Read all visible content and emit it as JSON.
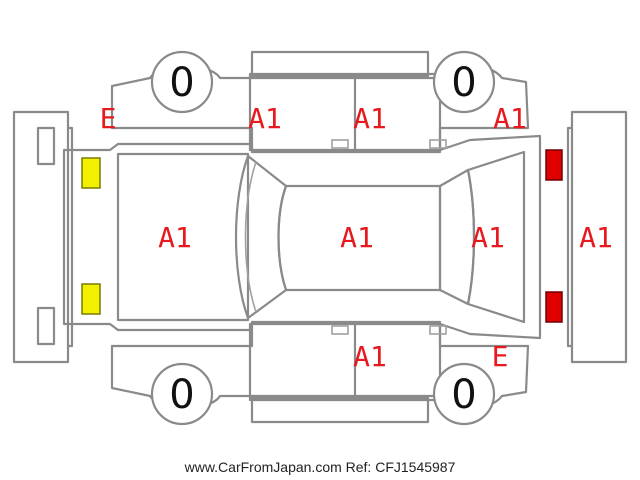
{
  "colors": {
    "damage_text": "#e8191e",
    "outline": "#8a8a8a",
    "headlight": "#f2f200",
    "taillight": "#e00000"
  },
  "tires": {
    "front_left": "0",
    "rear_left": "0",
    "front_right": "0",
    "rear_right": "0"
  },
  "marks": {
    "front_left_corner": "E",
    "left_front_door": "A1",
    "left_rear_door": "A1",
    "left_rear_quarter": "A1",
    "hood": "A1",
    "roof": "A1",
    "trunk_lid": "A1",
    "rear_bumper": "A1",
    "right_rear_door": "A1",
    "right_rear_corner": "E"
  },
  "footer": {
    "watermark": "www.CarFromJapan.com Ref: CFJ1545987"
  }
}
